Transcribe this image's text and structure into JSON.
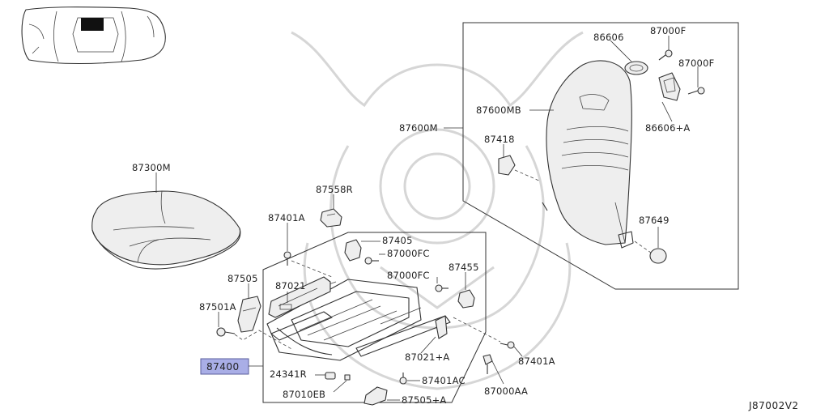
{
  "diagram_code": "J87002V2",
  "selected_part": "87400",
  "labels": {
    "p87300M": "87300M",
    "p87558R": "87558R",
    "p87401A_top": "87401A",
    "p87405": "87405",
    "p87000FC_a": "87000FC",
    "p87000FC_b": "87000FC",
    "p87455": "87455",
    "p87505": "87505",
    "p87021": "87021",
    "p87501A": "87501A",
    "p87400": "87400",
    "p24341R": "24341R",
    "p87010EB": "87010EB",
    "p87021A": "87021+A",
    "p87401A_right": "87401A",
    "p87401AC": "87401AC",
    "p87000AA": "87000AA",
    "p87505A": "87505+A",
    "p86606": "86606",
    "p87000F_a": "87000F",
    "p87000F_b": "87000F",
    "p87600MB": "87600MB",
    "p86606A": "86606+A",
    "p87600M": "87600M",
    "p87418": "87418",
    "p87649": "87649"
  },
  "colors": {
    "highlight_fill": "#a9aee6",
    "highlight_border": "#5a5f9e",
    "line": "#333333",
    "watermark": "#d6d6d6"
  }
}
